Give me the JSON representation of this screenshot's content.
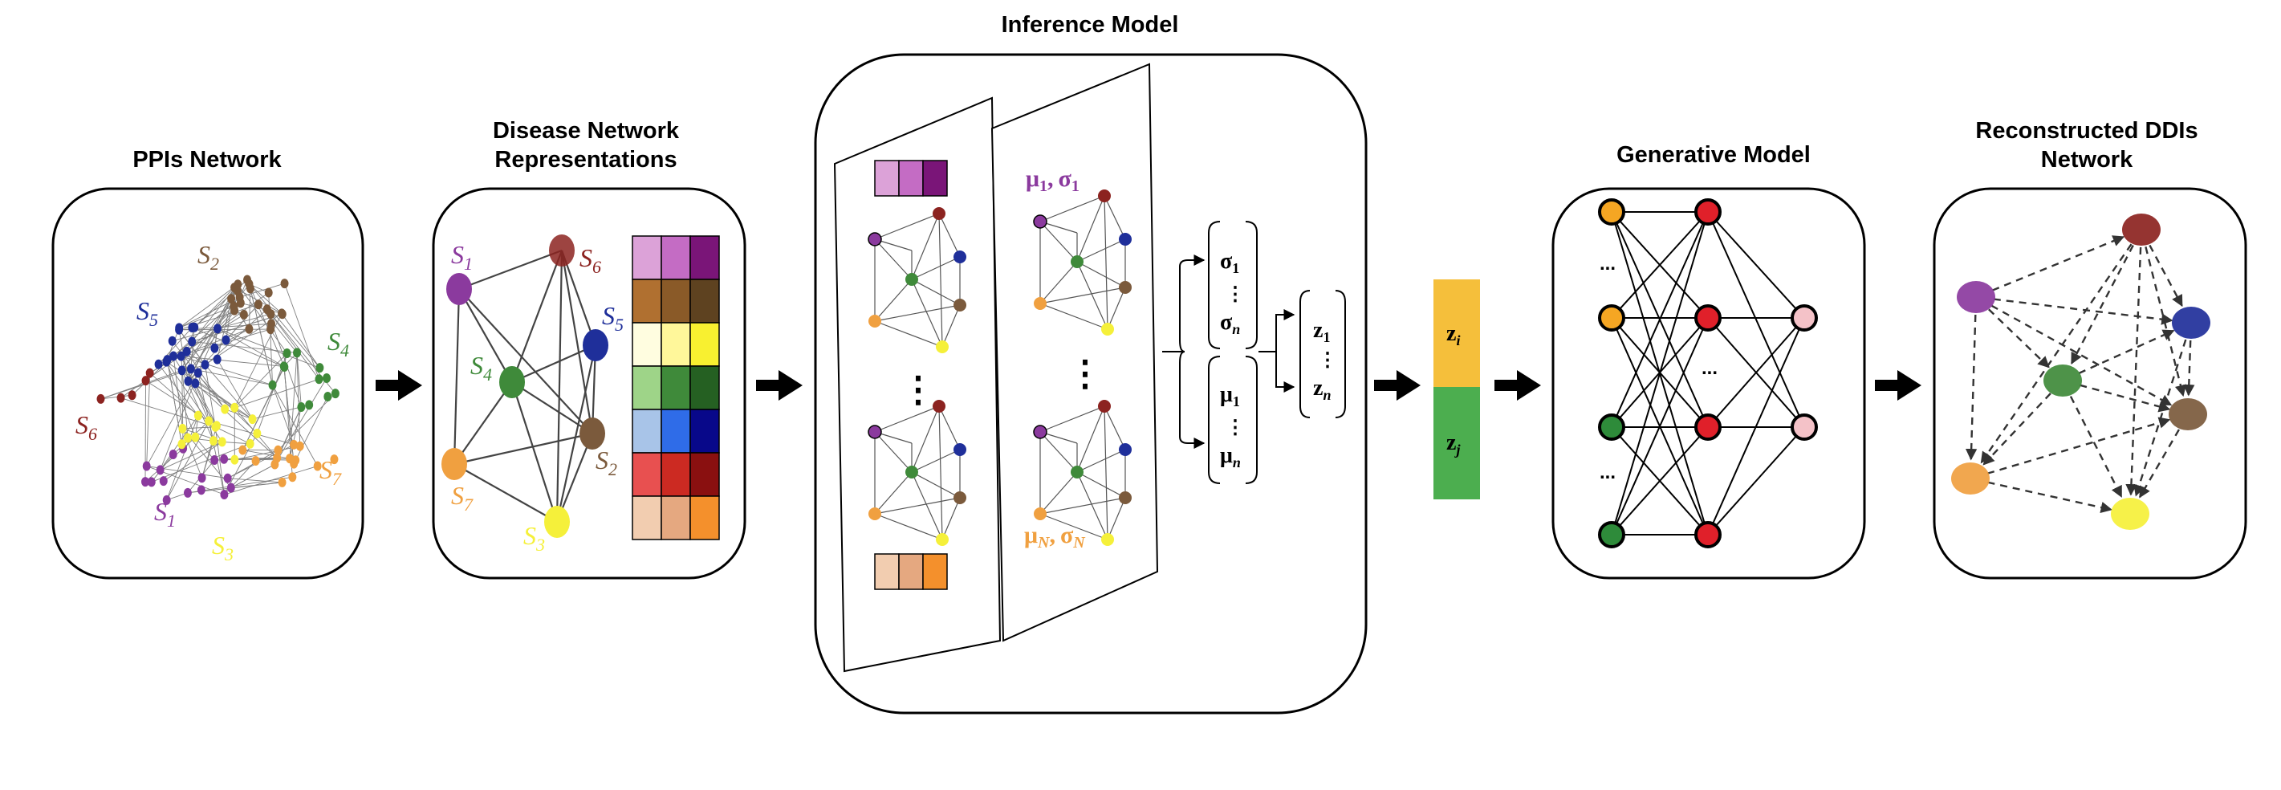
{
  "titles": {
    "ppis": "PPIs Network",
    "disease_line1": "Disease Network",
    "disease_line2": "Representations",
    "inference": "Inference Model",
    "generative": "Generative Model",
    "recon_line1": "Reconstructed DDIs",
    "recon_line2": "Network"
  },
  "subgraph_labels": {
    "s1": "S",
    "s2": "S",
    "s3": "S",
    "s4": "S",
    "s5": "S",
    "s6": "S",
    "s7": "S",
    "n1": "1",
    "n2": "2",
    "n3": "3",
    "n4": "4",
    "n5": "5",
    "n6": "6",
    "n7": "7"
  },
  "latent": {
    "mu": "μ",
    "sigma": "σ",
    "comma": ",",
    "z": "z",
    "sub1": "1",
    "subn": "n",
    "subN": "N",
    "subi": "i",
    "subj": "j",
    "vdots": "⋮",
    "ellipsis": "..."
  },
  "colors": {
    "s1": "#8b3a9e",
    "s2": "#7b5a3c",
    "s3": "#f5f03a",
    "s4": "#3f8a3a",
    "s5": "#1f2f9a",
    "s6": "#8c2320",
    "s7": "#f0a040",
    "zi": "#f5bf3b",
    "zj": "#4cae4f",
    "nn_orange": "#f5a623",
    "nn_red": "#e0202a",
    "nn_green": "#2e8b3a",
    "nn_pink": "#f4c2c8"
  },
  "matrix_colors": [
    [
      "#dca2d8",
      "#c46cc4",
      "#7a1578"
    ],
    [
      "#b07030",
      "#8a5a28",
      "#5e4220"
    ],
    [
      "#fffde0",
      "#fff79a",
      "#f8f030"
    ],
    [
      "#9ed488",
      "#3f8a3a",
      "#256022"
    ],
    [
      "#a8c4e8",
      "#2f6ce8",
      "#08088a"
    ],
    [
      "#e85050",
      "#cc2a22",
      "#8a1010"
    ],
    [
      "#f2cdb0",
      "#e5a880",
      "#f4902c"
    ]
  ]
}
